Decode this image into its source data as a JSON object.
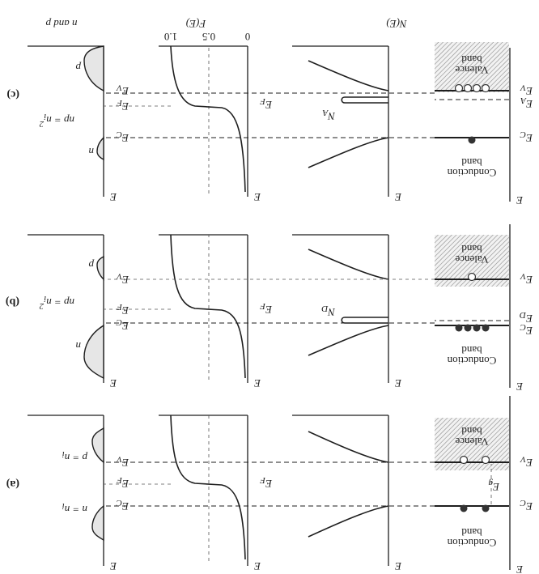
{
  "headers": {
    "carriers": "n and p",
    "fermi": "F(E)",
    "dos": "N(E)"
  },
  "axis": {
    "energy": "E",
    "tick_0": "0",
    "tick_05": "0.5",
    "tick_10": "1.0"
  },
  "band_labels": {
    "conduction_line1": "Conduction",
    "conduction_line2": "band",
    "valence_line1": "Valence",
    "valence_line2": "band",
    "gap": "E",
    "gap_sub": "g"
  },
  "panels": [
    {
      "tag": "(a)",
      "ec": "E",
      "ec_sub": "C",
      "ev": "E",
      "ev_sub": "V",
      "ef": "E",
      "ef_sub": "F",
      "n_eq": "n = n",
      "n_eq_sub": "i",
      "p_eq": "p = n",
      "p_eq_sub": "i"
    },
    {
      "tag": "(b)",
      "ec": "E",
      "ec_sub": "C",
      "ev": "E",
      "ev_sub": "V",
      "ef": "E",
      "ef_sub": "F",
      "ed": "E",
      "ed_sub": "D",
      "nd": "N",
      "nd_sub": "D",
      "n_lbl": "n",
      "p_lbl": "p",
      "np": "np = n",
      "np_sub": "i",
      "np_sup": "2"
    },
    {
      "tag": "(c)",
      "ec": "E",
      "ec_sub": "C",
      "ev": "E",
      "ev_sub": "V",
      "ef": "E",
      "ef_sub": "F",
      "ea": "E",
      "ea_sub": "A",
      "na": "N",
      "na_sub": "A",
      "n_lbl": "n",
      "p_lbl": "p",
      "np": "np = n",
      "np_sub": "i",
      "np_sup": "2"
    }
  ]
}
